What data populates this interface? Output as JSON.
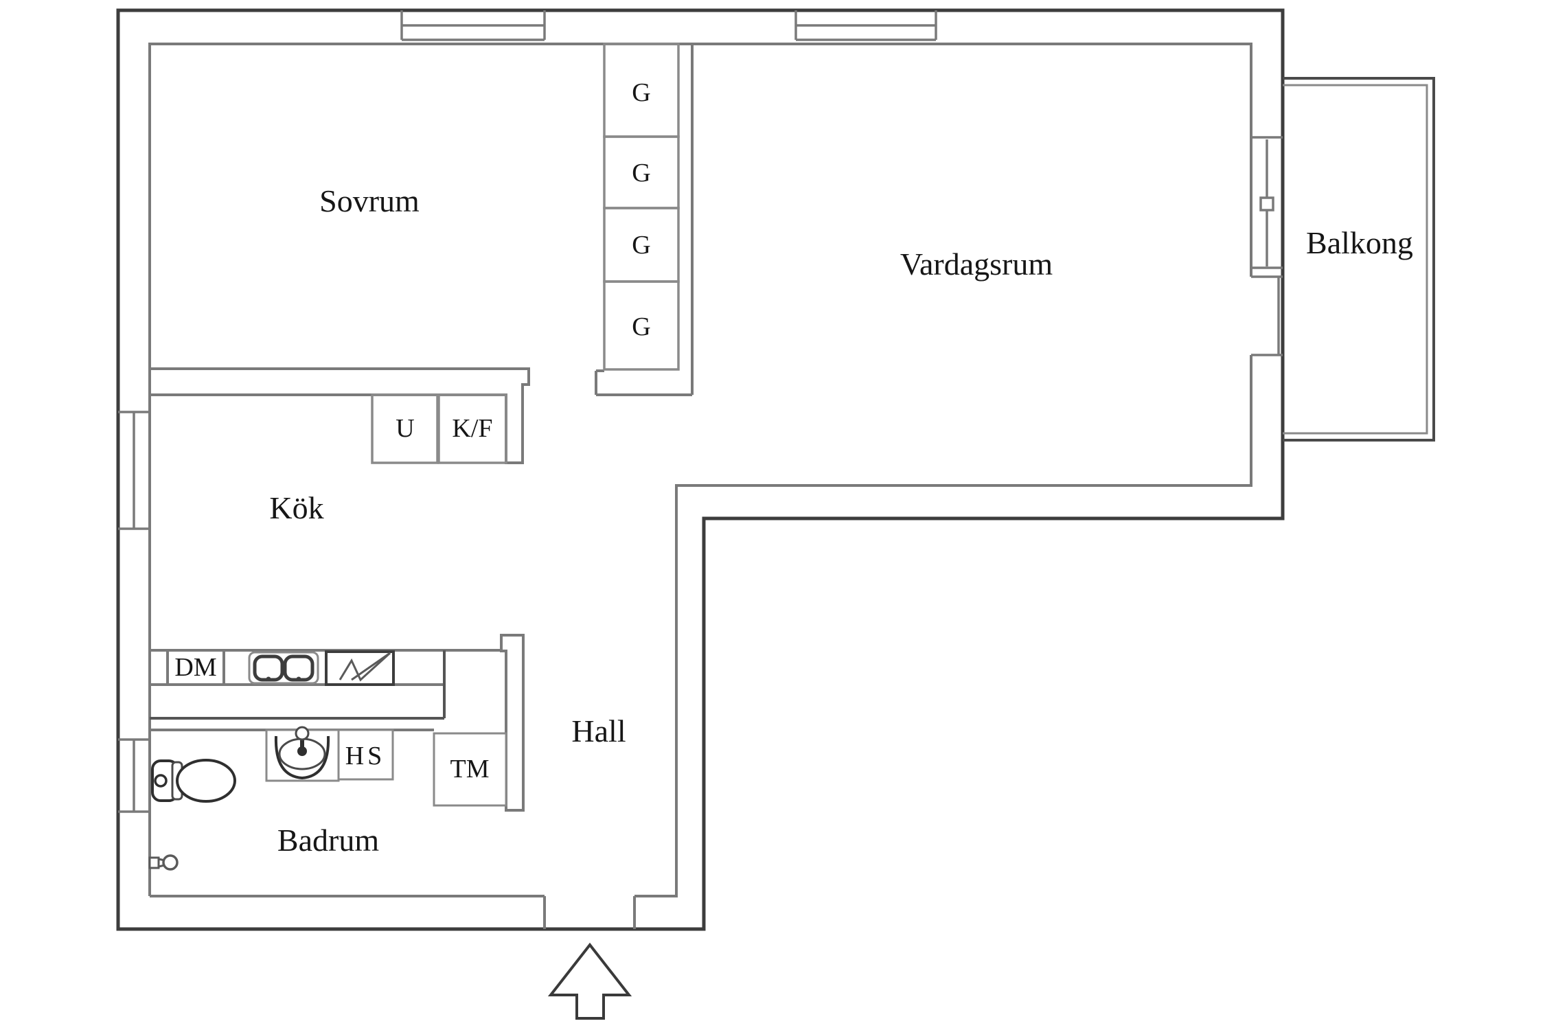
{
  "floorplan": {
    "rooms": {
      "bedroom": "Sovrum",
      "living_room": "Vardagsrum",
      "balcony": "Balkong",
      "kitchen": "Kök",
      "hall": "Hall",
      "bathroom": "Badrum"
    },
    "fixtures": {
      "wardrobe": "G",
      "oven": "U",
      "fridge_freezer": "K/F",
      "dishwasher": "DM",
      "tall_cabinet": "HS",
      "washing_machine": "TM"
    },
    "colors": {
      "background": "#ffffff",
      "wall_outer": "#3d3d3d",
      "wall_inner": "#7a7a7a",
      "fixture_line": "#5a5a5a",
      "text": "#161616"
    }
  }
}
